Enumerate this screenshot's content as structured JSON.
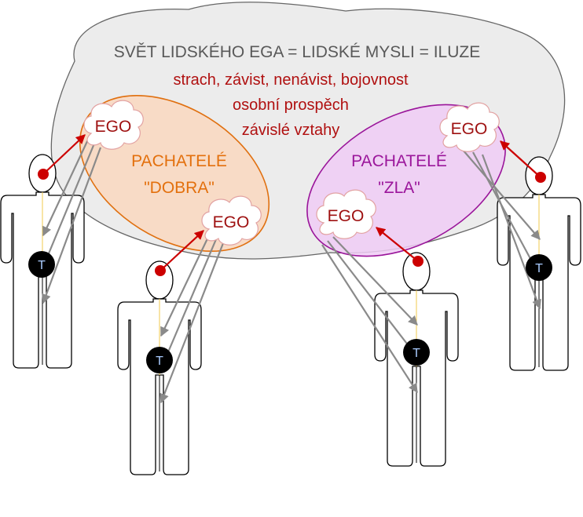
{
  "title": "SVĚT LIDSKÉHO EGA = LIDSKÉ MYSLI = ILUZE",
  "traits": [
    "strach, závist, nenávist, bojovnost",
    "osobní prospěch",
    "závislé vztahy"
  ],
  "groups": {
    "good": {
      "line1": "PACHATELÉ",
      "line2": "\"DOBRA\""
    },
    "evil": {
      "line1": "PACHATELÉ",
      "line2": "\"ZLA\""
    }
  },
  "ego_label": "EGO",
  "heart_label": "T",
  "colors": {
    "cloud_fill": "#ececec",
    "good_fill": "#fad8c0",
    "good_stroke": "#e07010",
    "evil_fill": "#f0ccf6",
    "evil_stroke": "#9a159a",
    "red": "#cc0000",
    "gray_arrow": "#8a8a8a"
  }
}
